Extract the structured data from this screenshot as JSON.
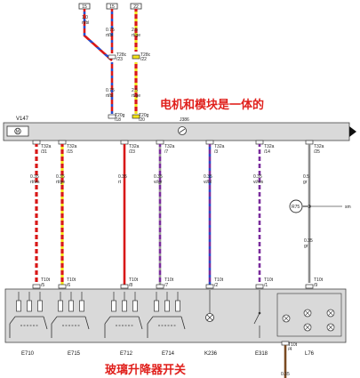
{
  "top_boxes": [
    "15",
    "15",
    "22"
  ],
  "top_wires": {
    "a": {
      "size": "1.0",
      "color": "rt/bl"
    },
    "b": {
      "size": "0.75",
      "color": "rt/bl"
    },
    "c": {
      "size": "2.5",
      "color": "rt/ge"
    }
  },
  "top_connectors": {
    "t28c_left": {
      "name": "T28c",
      "pin": "/23"
    },
    "t28c_right": {
      "name": "T28c",
      "pin": "/22"
    }
  },
  "mid_wires": {
    "a": {
      "size": "0.75",
      "color": "rt/bl"
    },
    "b": {
      "size": "2.5",
      "color": "rt/ge"
    }
  },
  "bus_connectors": {
    "left": {
      "name": "T20g",
      "pin": "/18"
    },
    "right": {
      "name": "T20g",
      "pin": "/20"
    }
  },
  "annotations": {
    "top": "电机和模块是一体的",
    "bottom": "玻璃升降器开关"
  },
  "bus": {
    "module_label": "V147",
    "j_label": "J386"
  },
  "columns": [
    {
      "conn_top": "T32a",
      "pin_top": "/31",
      "size": "0.35",
      "color": "rt/ws",
      "conn_bot": "T10t",
      "pin_bot": "/5",
      "stripe": "#d81818",
      "stripe2": "#ffffff"
    },
    {
      "conn_top": "T32a",
      "pin_top": "/15",
      "size": "0.35",
      "color": "rt/ge",
      "conn_bot": "T10t",
      "pin_bot": "/6",
      "stripe": "#d81818",
      "stripe2": "#f2e21a"
    },
    {
      "conn_top": "T32a",
      "pin_top": "/23",
      "size": "0.35",
      "color": "rt",
      "conn_bot": "T10t",
      "pin_bot": "/8",
      "stripe": "#d81818",
      "stripe2": "#d81818"
    },
    {
      "conn_top": "T32a",
      "pin_top": "/7",
      "size": "0.35",
      "color": "vi/gr",
      "conn_bot": "T10t",
      "pin_bot": "/7",
      "stripe": "#7a2c9c",
      "stripe2": "#8c8c8c"
    },
    {
      "conn_top": "T32a",
      "pin_top": "/3",
      "size": "0.35",
      "color": "vi/bl",
      "conn_bot": "T10t",
      "pin_bot": "/2",
      "stripe": "#7a2c9c",
      "stripe2": "#2a4bc8"
    },
    {
      "conn_top": "T32a",
      "pin_top": "/14",
      "size": "0.35",
      "color": "vi/ws",
      "conn_bot": "T10t",
      "pin_bot": "/1",
      "stripe": "#7a2c9c",
      "stripe2": "#ffffff"
    },
    {
      "conn_top": "T32a",
      "pin_top": "/25",
      "size": "0.5",
      "color": "gr",
      "conn_bot": "T10t",
      "pin_bot": "/9",
      "stripe": "#8c8c8c",
      "stripe2": "#8c8c8c"
    }
  ],
  "r75": {
    "label": "R75",
    "wire_size": "0.35",
    "wire_color": "gr",
    "side_label": "sm"
  },
  "components": [
    "E710",
    "E715",
    "E712",
    "E714",
    "K236",
    "E318",
    "L76"
  ],
  "bottom_connector": {
    "name": "T10t",
    "pin": "/4"
  },
  "bottom_wire_size": "0.35",
  "colors": {
    "red": "#d81818",
    "yellow": "#f2e21a",
    "violet": "#7a2c9c",
    "blue": "#2a4bc8",
    "grey": "#8c8c8c",
    "brown": "#7a4a22",
    "annotation": "#e0201c",
    "bus_fill": "#d9d9d9"
  }
}
